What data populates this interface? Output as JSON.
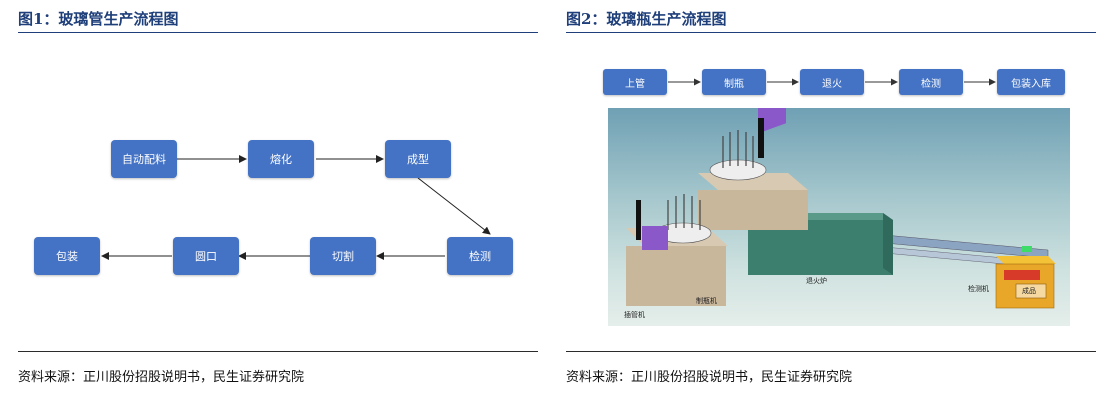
{
  "left": {
    "title": "图1：玻璃管生产流程图",
    "nodes": [
      "自动配料",
      "熔化",
      "成型",
      "检测",
      "切割",
      "圆口",
      "包装"
    ],
    "source": "资料来源：正川股份招股说明书，民生证券研究院"
  },
  "right": {
    "title": "图2：玻璃瓶生产流程图",
    "steps": [
      "上管",
      "制瓶",
      "退火",
      "检测",
      "包装入库"
    ],
    "machine_labels": {
      "tube_machine": "插管机",
      "bottle_machine": "制瓶机",
      "annealing_furnace": "退火炉",
      "inspection_machine": "检测机",
      "finished": "成品"
    },
    "source": "资料来源：正川股份招股说明书，民生证券研究院"
  },
  "colors": {
    "node": "#4472c4",
    "accent": "#1f3f7a",
    "furnace": "#3d7f6f"
  }
}
